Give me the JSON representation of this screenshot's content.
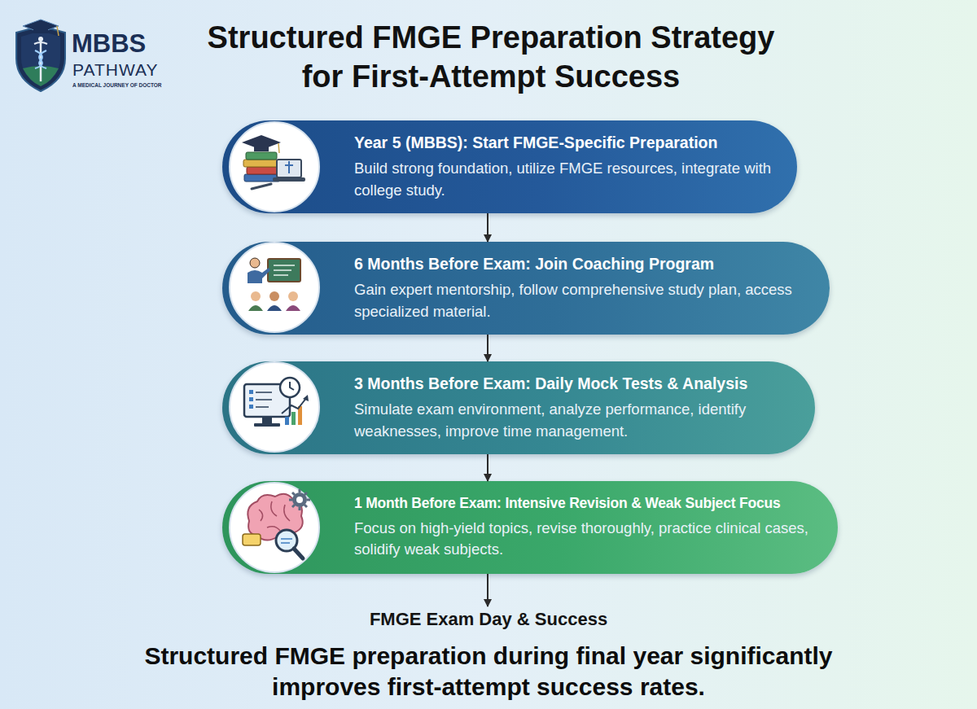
{
  "diagram": {
    "title": "Structured FMGE Preparation Strategy for First-Attempt Success",
    "caption": "Structured FMGE preparation during final year significantly improves first-attempt success rates.",
    "nodes": [
      {
        "text": [
          "Year 5 (MBBS): Start FMGE-Specific Preparation",
          "Build strong foundation, utilize FMGE resources, integrate with college study."
        ]
      },
      {
        "text": [
          "6 Months Before Exam: Join Coaching Program",
          "Gain expert mentorship, follow comprehensive study plan, access specialized material."
        ]
      },
      {
        "text": [
          "3 Months Before Exam: Daily Mock Tests & Analysis",
          "Simulate exam environment, analyze performance, identify weaknesses, improve time management."
        ]
      },
      {
        "text": [
          "1 Month Before Exam: Intensive Revision & Weak Subject Focus",
          "Focus on high-yield topics, revise thoroughly, practice clinical cases, solidify weak subjects."
        ]
      },
      {
        "text": [
          "FMGE Exam Day & Success"
        ]
      }
    ],
    "edges": [
      {
        "from": 0,
        "to": 1,
        "arrow": "to"
      },
      {
        "from": 1,
        "to": 2,
        "arrow": "to"
      },
      {
        "from": 2,
        "to": 3,
        "arrow": "to"
      },
      {
        "from": 3,
        "to": 4,
        "arrow": "to"
      }
    ],
    "labels": [
      "MBBS",
      "PATHWAY",
      "A MEDICAL JOURNEY OF DOCTOR"
    ]
  }
}
